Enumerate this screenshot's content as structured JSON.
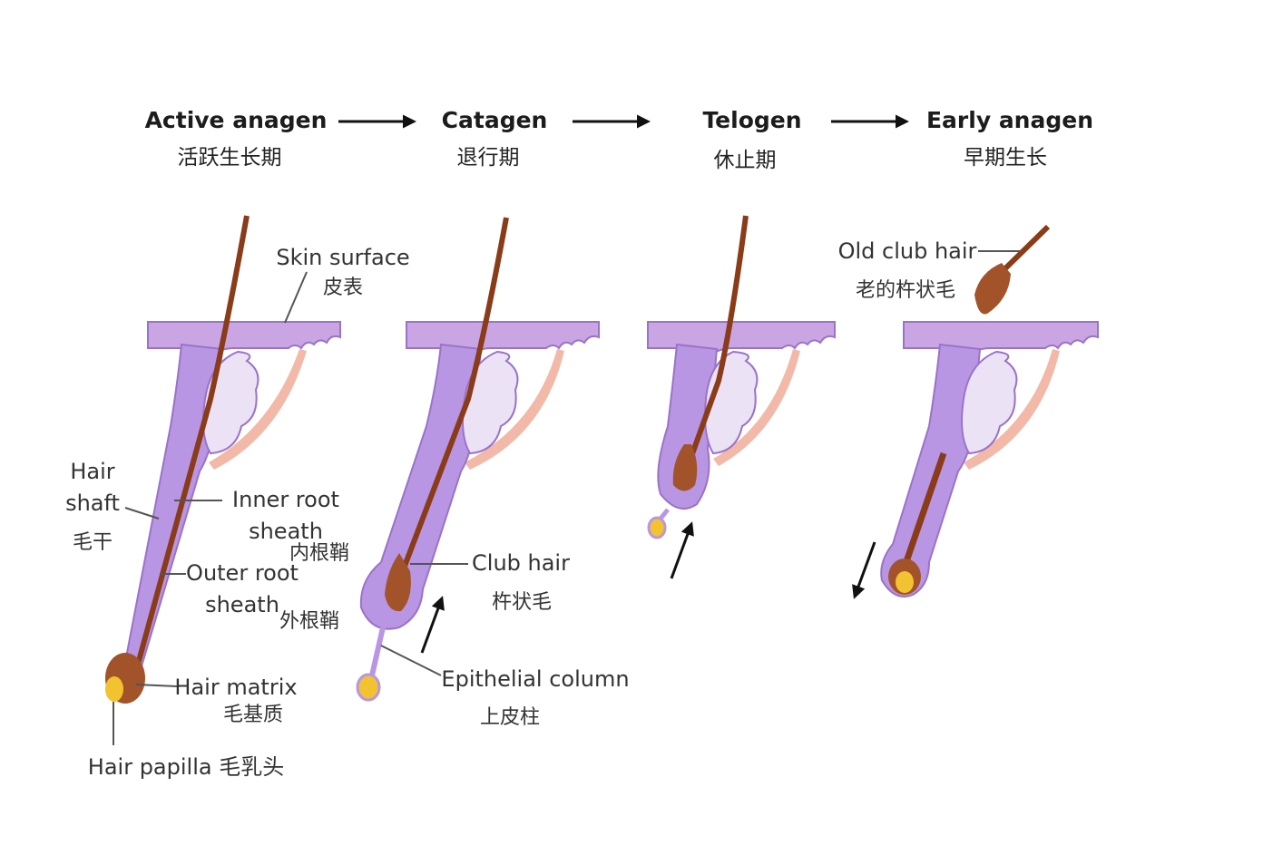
{
  "stages": [
    {
      "en": "Active anagen",
      "zh": "活跃生长期"
    },
    {
      "en": "Catagen",
      "zh": "退行期"
    },
    {
      "en": "Telogen",
      "zh": "休止期"
    },
    {
      "en": "Early anagen",
      "zh": "早期生长"
    }
  ],
  "labels": {
    "skin_surface_en": "Skin surface",
    "skin_surface_zh": "皮表",
    "hair_shaft_1": "Hair",
    "hair_shaft_2": "shaft",
    "hair_shaft_zh": "毛干",
    "inner_root_1": "Inner root",
    "inner_root_2": "sheath",
    "inner_root_zh": "内根鞘",
    "outer_root_1": "Outer root",
    "outer_root_2": "sheath",
    "outer_root_zh": "外根鞘",
    "hair_matrix_en": "Hair matrix",
    "hair_matrix_zh": "毛基质",
    "hair_papilla": "Hair papilla 毛乳头",
    "club_hair_en": "Club hair",
    "club_hair_zh": "杵状毛",
    "epithelial_en": "Epithelial column",
    "epithelial_zh": "上皮柱",
    "old_club_en": "Old club hair",
    "old_club_zh": "老的杵状毛"
  },
  "colors": {
    "skin": "#c9a6e3",
    "skin_edge": "#9a72c8",
    "sheath": "#b996e3",
    "gland": "#ece2f5",
    "hair": "#8a3b18",
    "bulb": "#a3532a",
    "papilla": "#f2c230",
    "muscle": "#f2b8a8"
  }
}
